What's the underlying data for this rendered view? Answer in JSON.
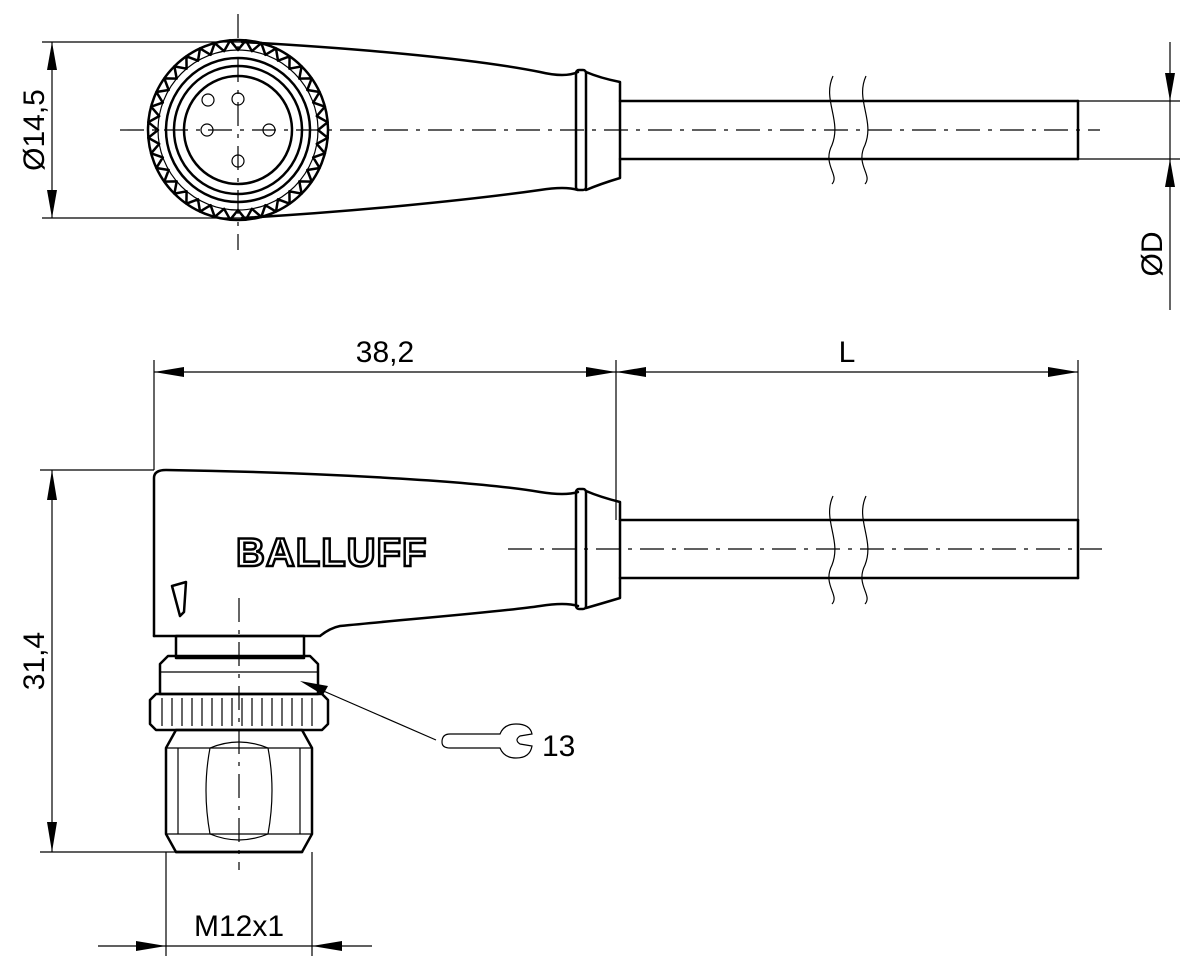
{
  "labels": {
    "top_diameter": "Ø14,5",
    "cable_diameter": "ØD",
    "body_length": "38,2",
    "cable_length": "L",
    "height": "31,4",
    "thread": "M12x1",
    "wrench_size": "13"
  },
  "brand": {
    "logo_text": "BALLUFF"
  },
  "icons": {
    "wrench": "open-end-wrench-icon",
    "diameter": "diameter-symbol",
    "coding_key": "coding-key-icon"
  },
  "colors": {
    "line": "#000000",
    "background": "#ffffff"
  }
}
